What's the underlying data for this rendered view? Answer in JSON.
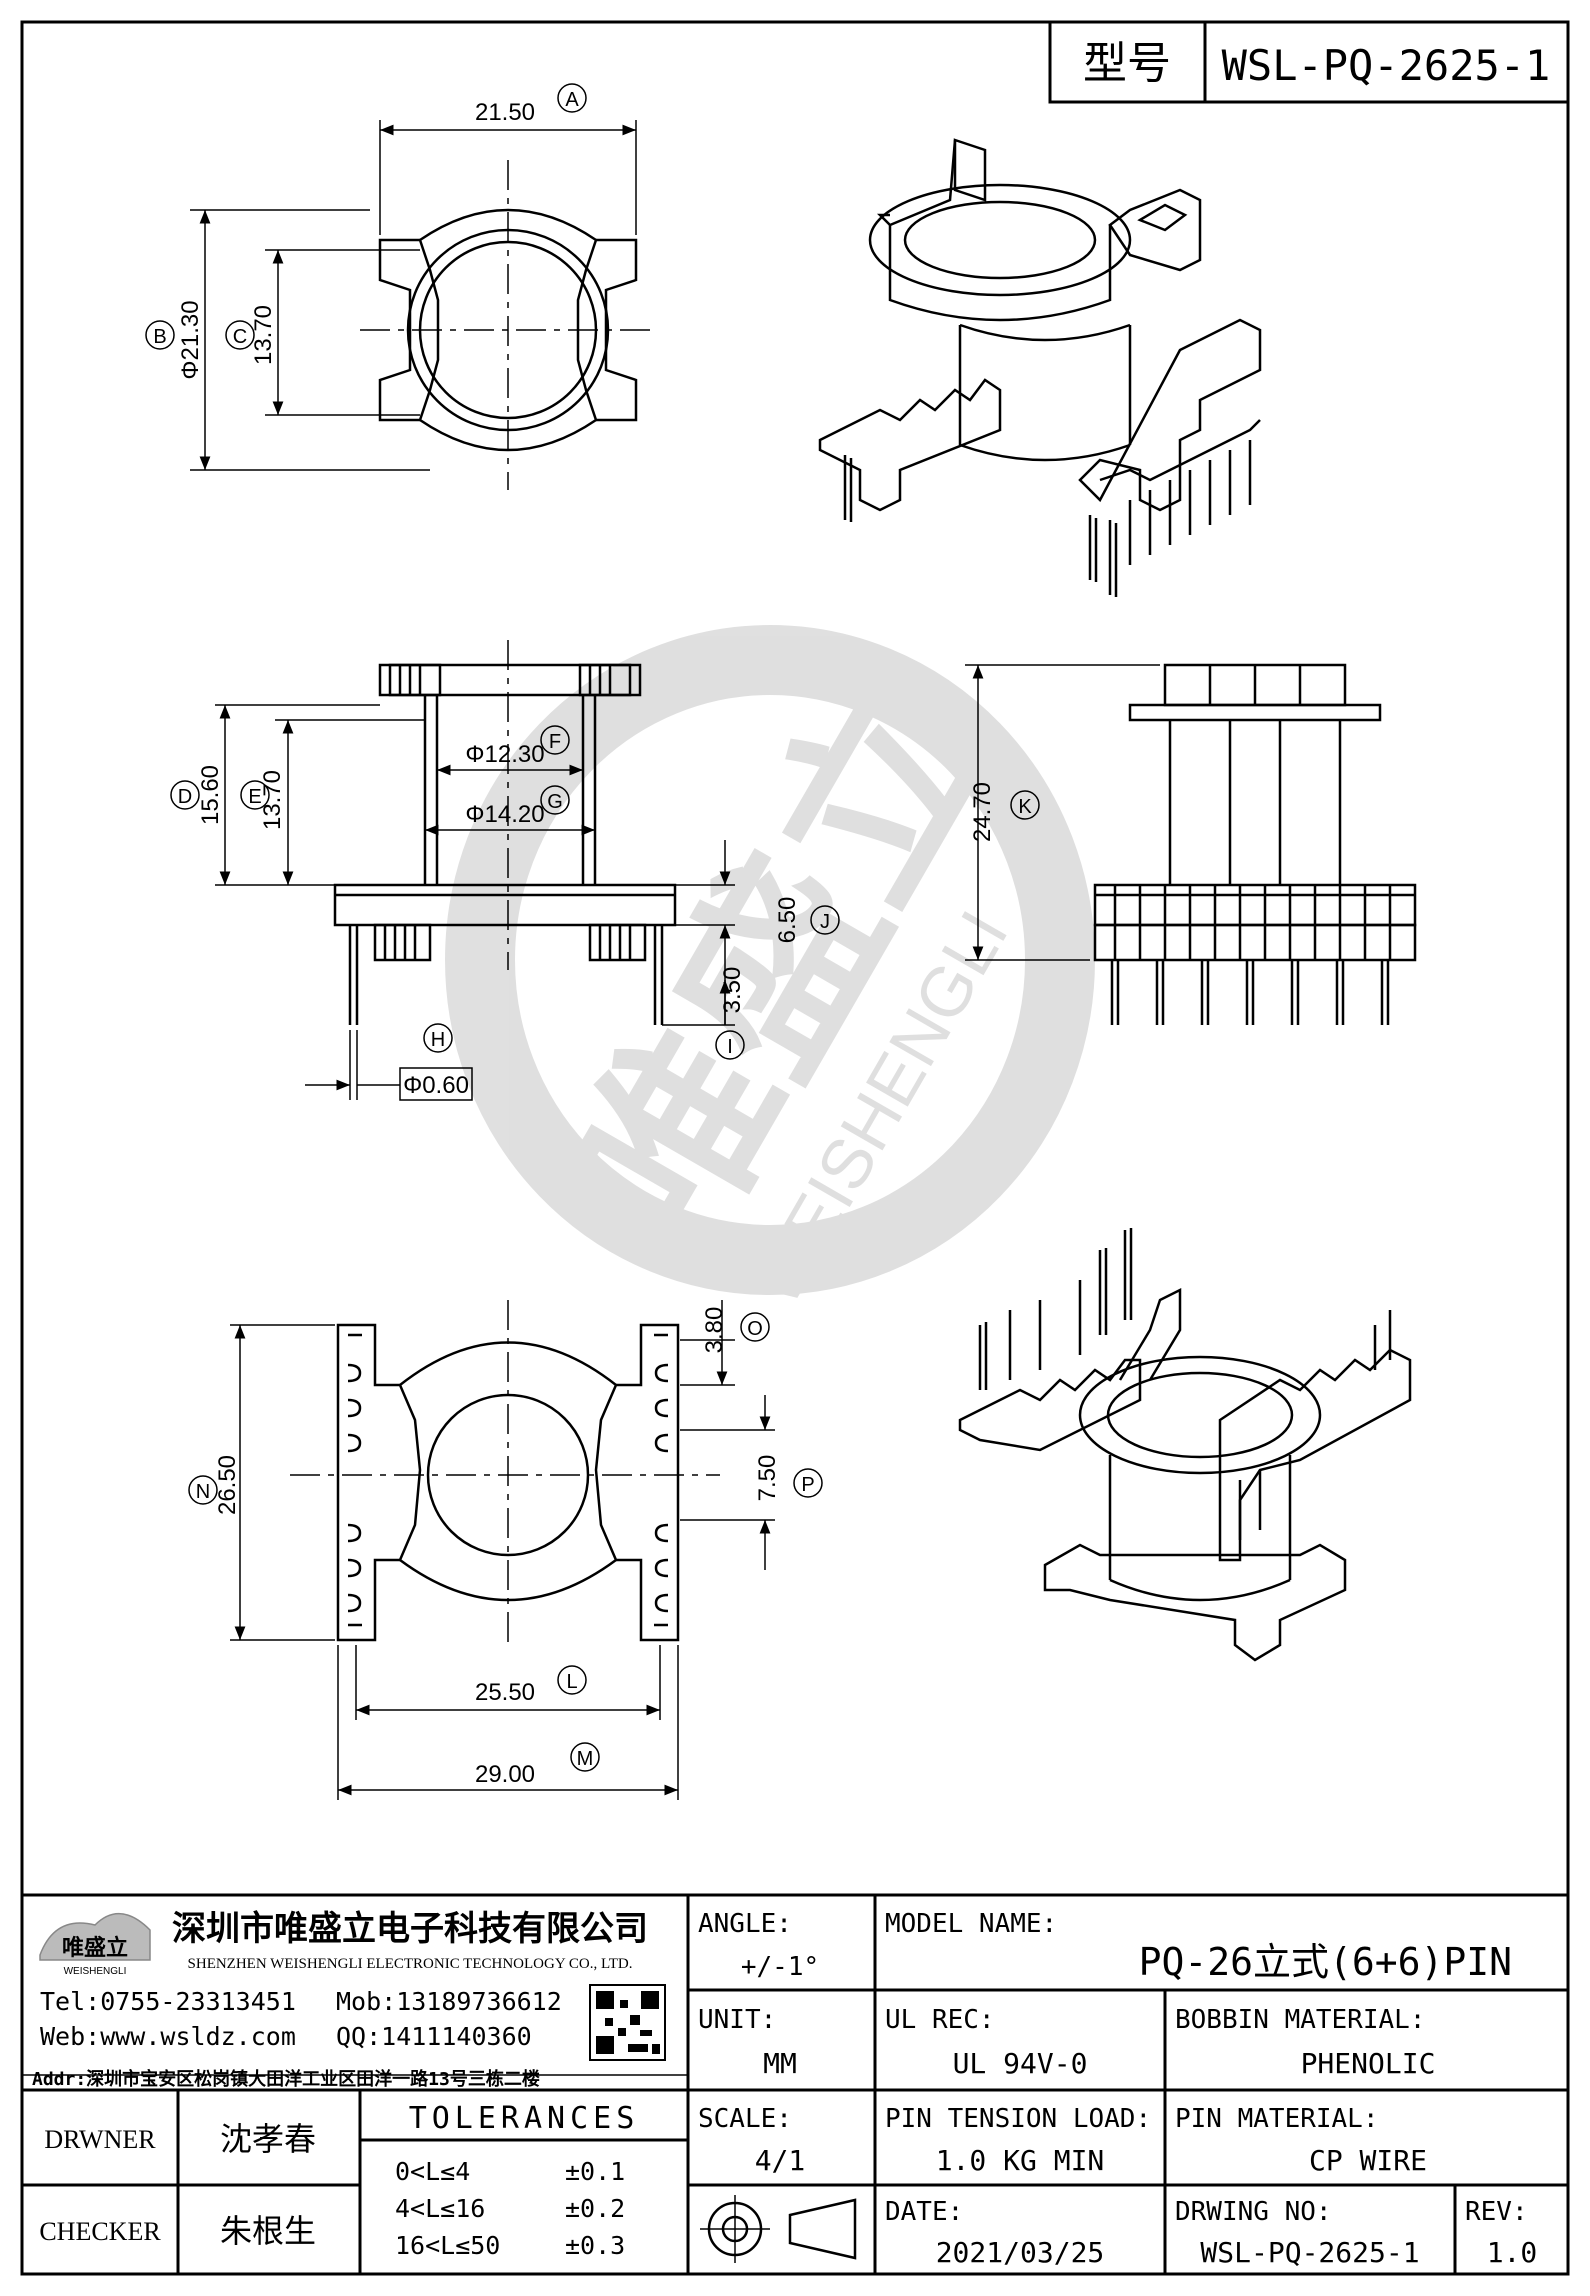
{
  "header": {
    "model_label": "型号",
    "model_value": "WSL-PQ-2625-1"
  },
  "views": {
    "top": {
      "tag_a": "A",
      "dim_a": "21.50",
      "tag_b": "B",
      "dim_b": "Φ21.30",
      "tag_c": "C",
      "dim_c": "13.70"
    },
    "front": {
      "tag_d": "D",
      "dim_d": "15.60",
      "tag_e": "E",
      "dim_e": "13.70",
      "tag_f": "F",
      "dim_f": "Φ12.30",
      "tag_g": "G",
      "dim_g": "Φ14.20",
      "tag_h": "H",
      "dim_h": "Φ0.60",
      "tag_i": "I",
      "dim_i": "3.50",
      "tag_j": "J",
      "dim_j": "6.50"
    },
    "side": {
      "tag_k": "K",
      "dim_k": "24.70"
    },
    "bottom": {
      "tag_l": "L",
      "dim_l": "25.50",
      "tag_m": "M",
      "dim_m": "29.00",
      "tag_n": "N",
      "dim_n": "26.50",
      "tag_o": "O",
      "dim_o": "3.80",
      "tag_p": "P",
      "dim_p": "7.50"
    }
  },
  "watermark": {
    "cn": "唯盛立",
    "en": "WEISHENGLI"
  },
  "company": {
    "logo_cn": "唯盛立",
    "logo_en": "WEISHENGLI",
    "name_cn": "深圳市唯盛立电子科技有限公司",
    "name_en": "SHENZHEN WEISHENGLI ELECTRONIC TECHNOLOGY CO., LTD.",
    "tel": "Tel:0755-23313451",
    "mob": "Mob:13189736612",
    "web": "Web:www.wsldz.com",
    "qq": "QQ:1411140360",
    "addr": "Addr:深圳市宝安区松岗镇大田洋工业区田洋一路13号三栋二楼"
  },
  "title_block": {
    "angle_label": "ANGLE:",
    "angle_value": "+/-1°",
    "model_name_label": "MODEL NAME:",
    "model_name_value": "PQ-26立式(6+6)PIN",
    "unit_label": "UNIT:",
    "unit_value": "MM",
    "ul_label": "UL REC:",
    "ul_value": "UL 94V-0",
    "bobbin_label": "BOBBIN MATERIAL:",
    "bobbin_value": "PHENOLIC",
    "drawer_label": "DRWNER",
    "drawer_value": "沈孝春",
    "checker_label": "CHECKER",
    "checker_value": "朱根生",
    "tol_title": "TOLERANCES",
    "tol": [
      {
        "range": "0<L≤4",
        "value": "±0.1"
      },
      {
        "range": "4<L≤16",
        "value": "±0.2"
      },
      {
        "range": "16<L≤50",
        "value": "±0.3"
      }
    ],
    "scale_label": "SCALE:",
    "scale_value": "4/1",
    "pin_tension_label": "PIN TENSION LOAD:",
    "pin_tension_value": "1.0 KG MIN",
    "pin_material_label": "PIN MATERIAL:",
    "pin_material_value": "CP WIRE",
    "date_label": "DATE:",
    "date_value": "2021/03/25",
    "dwg_label": "DRWING NO:",
    "dwg_value": "WSL-PQ-2625-1",
    "rev_label": "REV:",
    "rev_value": "1.0"
  }
}
